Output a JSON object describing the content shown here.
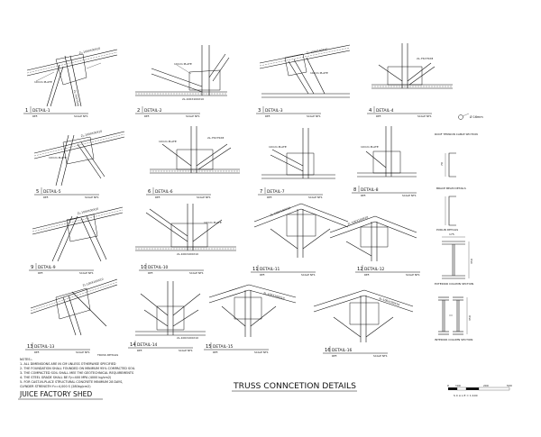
{
  "sheet": {
    "title": "TRUSS CONNCETION DETAILS",
    "project": "JUICE FACTORY SHED",
    "subtitle": "TRUSS DETAILS"
  },
  "details": [
    {
      "num": "1",
      "label": "DETAIL-1",
      "ref": "REF.",
      "scale": "SCALE NTS"
    },
    {
      "num": "2",
      "label": "DETAIL-2",
      "ref": "REF.",
      "scale": "SCALE NTS"
    },
    {
      "num": "3",
      "label": "DETAIL-3",
      "ref": "REF.",
      "scale": "SCALE NTS"
    },
    {
      "num": "4",
      "label": "DETAIL-4",
      "ref": "REF.",
      "scale": "SCALE NTS"
    },
    {
      "num": "5",
      "label": "DETAIL-5",
      "ref": "REF.",
      "scale": "SCALE NTS"
    },
    {
      "num": "6",
      "label": "DETAIL-6",
      "ref": "REF.",
      "scale": "SCALE NTS"
    },
    {
      "num": "7",
      "label": "DETAIL-7",
      "ref": "REF.",
      "scale": "SCALE NTS"
    },
    {
      "num": "8",
      "label": "DETAIL-8",
      "ref": "REF.",
      "scale": "SCALE NTS"
    },
    {
      "num": "9",
      "label": "DETAIL-9",
      "ref": "REF.",
      "scale": "SCALE NTS"
    },
    {
      "num": "10",
      "label": "DETAIL-10",
      "ref": "REF.",
      "scale": "SCALE NTS"
    },
    {
      "num": "11",
      "label": "DETAIL-11",
      "ref": "REF.",
      "scale": "SCALE NTS"
    },
    {
      "num": "12",
      "label": "DETAIL-12",
      "ref": "REF.",
      "scale": "SCALE NTS"
    },
    {
      "num": "13",
      "label": "DETAIL-13",
      "ref": "REF.",
      "scale": "SCALE NTS"
    },
    {
      "num": "14",
      "label": "DETAIL-14",
      "ref": "REF.",
      "scale": "SCALE NTS"
    },
    {
      "num": "15",
      "label": "DETAIL-15",
      "ref": "REF.",
      "scale": "SCALE NTS"
    },
    {
      "num": "16",
      "label": "DETAIL-16",
      "ref": "REF.",
      "scale": "SCALE NTS"
    }
  ],
  "annotations": {
    "member_top": "2L-100X100X10",
    "member_side": "2L-75X75X8",
    "plate": "10mm PLATE",
    "bolt": "Ø 16mm"
  },
  "side_sections": {
    "cable": "ROOF TENSION CABLE SECTION",
    "brace": "BRACE BEAM DETAILS",
    "purlin": "PURLIN DETAILS",
    "exterior": "EXTERIOR COLUMN SECTION",
    "interior": "INTERIOR COLUMN SECTION",
    "dim_70": "70",
    "dim_175": "175",
    "dim_350a": "350",
    "dim_350b": "350"
  },
  "notes": {
    "heading": "NOTES:-",
    "lines": [
      "1- ALL DIMENSIONS ARE IN CM UNLESS OTHERWISE SPECIFIED",
      "2- THE FOUNDATION SHALL FOUNDED ON MINIMUM 95% COMPACTED SOIL",
      "3- THE COMPACTED SOIL SHALL MEE THE GEOTECHNICAL REQUIREMENTS",
      "4- THE STEEL GRADE SHALL BE Fy=400 MPA (4000 kg/cm2)",
      "5- FOR CAST-IN-PLACE STRUCTURAL CONCRETE MINIMUM 28 DAYS,",
      "CLYNDER STRENGTH f'c=4,000 S (280kg/cm2)"
    ]
  },
  "scale_bar": {
    "ticks": [
      "0",
      "100",
      "200",
      "500"
    ],
    "label": "S C A L E = 1:100"
  }
}
